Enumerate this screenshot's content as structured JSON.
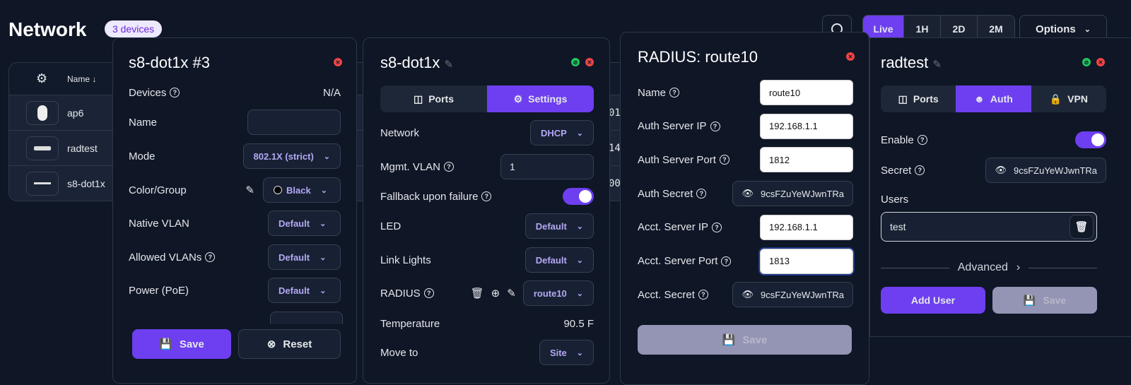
{
  "header": {
    "title": "Network",
    "device_count": "3 devices",
    "ranges": [
      "Live",
      "1H",
      "2D",
      "2M"
    ],
    "options": "Options"
  },
  "table": {
    "name_col": "Name",
    "rows": [
      {
        "name": "ap6",
        "trail": "01"
      },
      {
        "name": "radtest",
        "trail": "14"
      },
      {
        "name": "s8-dot1x",
        "trail": "00"
      }
    ]
  },
  "panel1": {
    "title": "s8-dot1x #3",
    "devices_label": "Devices",
    "devices_value": "N/A",
    "name_label": "Name",
    "name_value": "",
    "mode_label": "Mode",
    "mode_value": "802.1X (strict)",
    "color_label": "Color/Group",
    "color_value": "Black",
    "native_label": "Native VLAN",
    "native_value": "Default",
    "allowed_label": "Allowed VLANs",
    "allowed_value": "Default",
    "poe_label": "Power (PoE)",
    "poe_value": "Default",
    "save": "Save",
    "reset": "Reset"
  },
  "panel2": {
    "title": "s8-dot1x",
    "tabs": [
      "Ports",
      "Settings"
    ],
    "network_label": "Network",
    "network_value": "DHCP",
    "vlan_label": "Mgmt. VLAN",
    "vlan_value": "1",
    "fallback_label": "Fallback upon failure",
    "fallback_on": true,
    "led_label": "LED",
    "led_value": "Default",
    "link_label": "Link Lights",
    "link_value": "Default",
    "radius_label": "RADIUS",
    "radius_value": "route10",
    "temp_label": "Temperature",
    "temp_value": "90.5 F",
    "move_label": "Move to",
    "move_value": "Site"
  },
  "panel3": {
    "title": "RADIUS: route10",
    "fields": [
      {
        "label": "Name",
        "value": "route10",
        "type": "input"
      },
      {
        "label": "Auth Server IP",
        "value": "192.168.1.1",
        "type": "input"
      },
      {
        "label": "Auth Server Port",
        "value": "1812",
        "type": "input"
      },
      {
        "label": "Auth Secret",
        "value": "9csFZuYeWJwnTRa",
        "type": "secret"
      },
      {
        "label": "Acct. Server IP",
        "value": "192.168.1.1",
        "type": "input"
      },
      {
        "label": "Acct. Server Port",
        "value": "1813",
        "type": "input"
      },
      {
        "label": "Acct. Secret",
        "value": "9csFZuYeWJwnTRa",
        "type": "secret"
      }
    ],
    "save": "Save"
  },
  "panel4": {
    "title": "radtest",
    "tabs": [
      "Ports",
      "Auth",
      "VPN"
    ],
    "enable_label": "Enable",
    "enable_on": true,
    "secret_label": "Secret",
    "secret_value": "9csFZuYeWJwnTRa",
    "users_label": "Users",
    "user_value": "test",
    "advanced": "Advanced",
    "add_user": "Add User",
    "save": "Save"
  },
  "colors": {
    "accent": "#6d3ff0",
    "bg": "#0f1626",
    "ok": "#22c55e",
    "close": "#ef4444"
  }
}
